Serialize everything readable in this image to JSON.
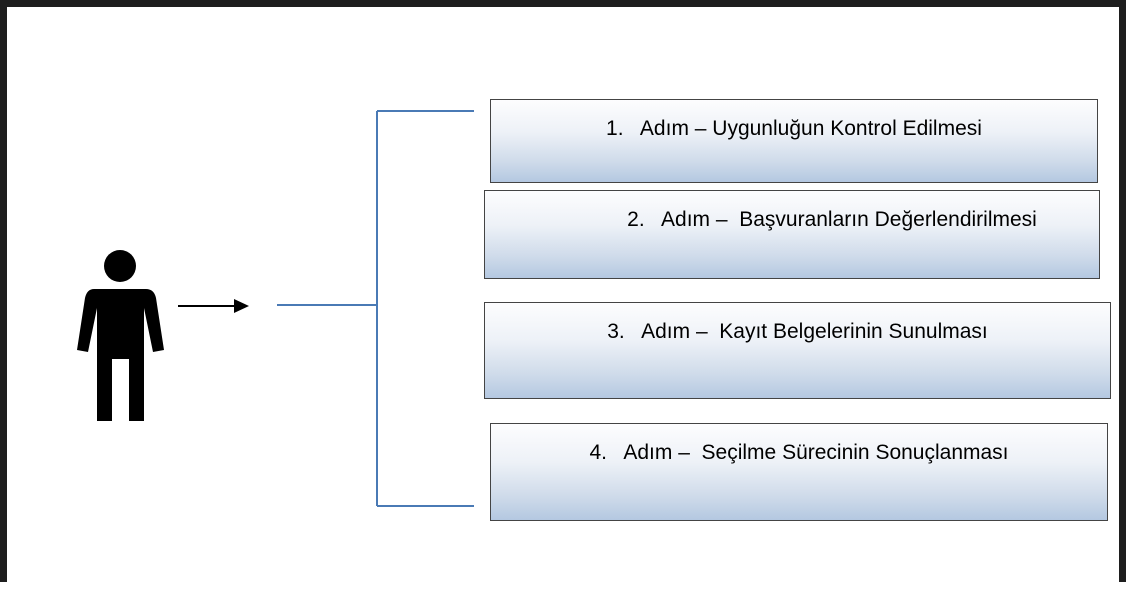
{
  "steps": [
    {
      "number": "1.",
      "label": "Adım – Uygunluğun Kontrol Edilmesi"
    },
    {
      "number": "2.",
      "label": "Adım –  Başvuranların Değerlendirilmesi"
    },
    {
      "number": "3.",
      "label": "Adım –  Kayıt Belgelerinin Sunulması"
    },
    {
      "number": "4.",
      "label": "Adım –  Seçilme Sürecinin Sonuçlanması"
    }
  ],
  "colors": {
    "connector": "#4a7ab5",
    "person": "#000000",
    "box_border": "#444444",
    "box_gradient_bottom": "#b4c8e1",
    "frame": "#1e1e1e"
  },
  "icons": {
    "person": "person-icon",
    "arrow": "arrow-right-icon"
  }
}
